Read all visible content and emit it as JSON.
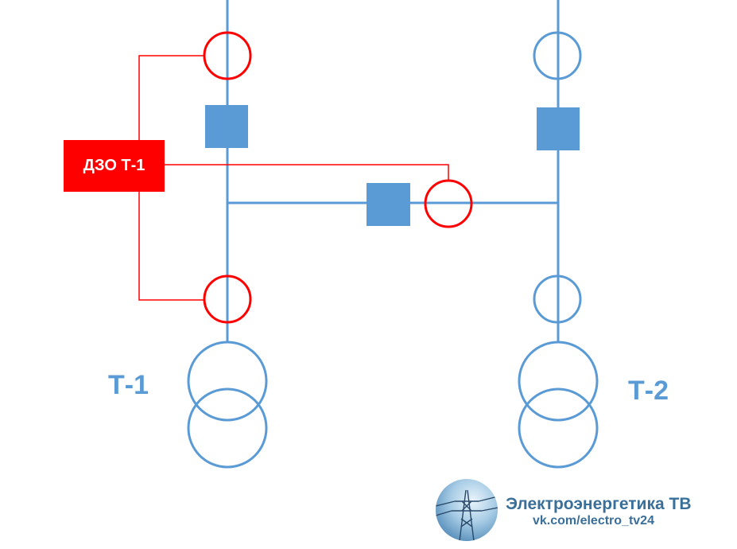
{
  "relay_label": "ДЗО Т-1",
  "transformers": [
    {
      "label": "Т-1"
    },
    {
      "label": "Т-2"
    }
  ],
  "watermark": {
    "title": "Электроэнергетика ТВ",
    "url": "vk.com/electro_tv24"
  },
  "colors": {
    "busbar": "#5b9bd5",
    "protected_ct": "#ff0000",
    "relay_fill": "#ff0000",
    "relay_text": "#ffffff"
  }
}
